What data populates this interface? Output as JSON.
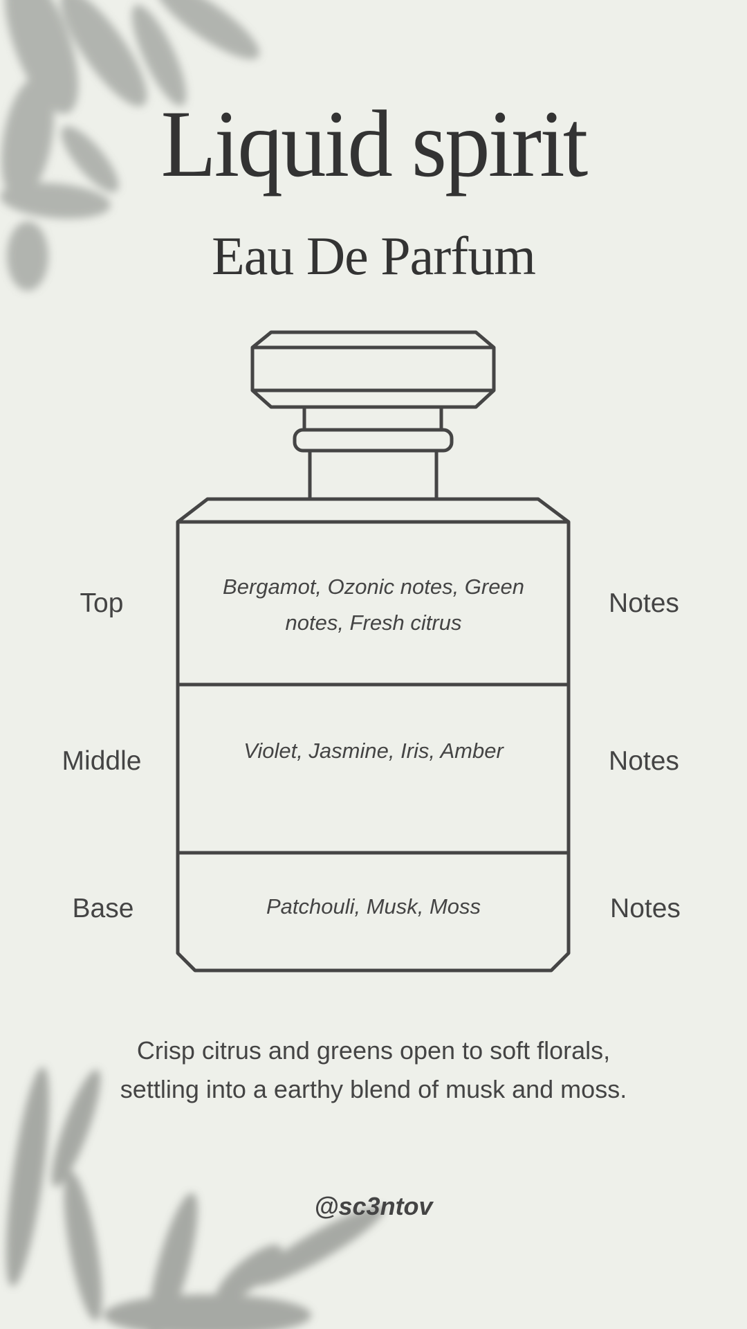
{
  "header": {
    "title": "Liquid spirit",
    "subtitle": "Eau De Parfum"
  },
  "notes": [
    {
      "label": "Top",
      "suffix": "Notes",
      "text": "Bergamot, Ozonic notes, Green notes, Fresh citrus"
    },
    {
      "label": "Middle",
      "suffix": "Notes",
      "text": "Violet, Jasmine, Iris, Amber"
    },
    {
      "label": "Base",
      "suffix": "Notes",
      "text": "Patchouli, Musk, Moss"
    }
  ],
  "description": "Crisp citrus and greens open to soft florals, settling into a earthy blend of musk and moss.",
  "handle": "@sc3ntov",
  "colors": {
    "background": "#eef0ea",
    "ink": "#444444",
    "leaf_shadow": "#9a9d98"
  }
}
